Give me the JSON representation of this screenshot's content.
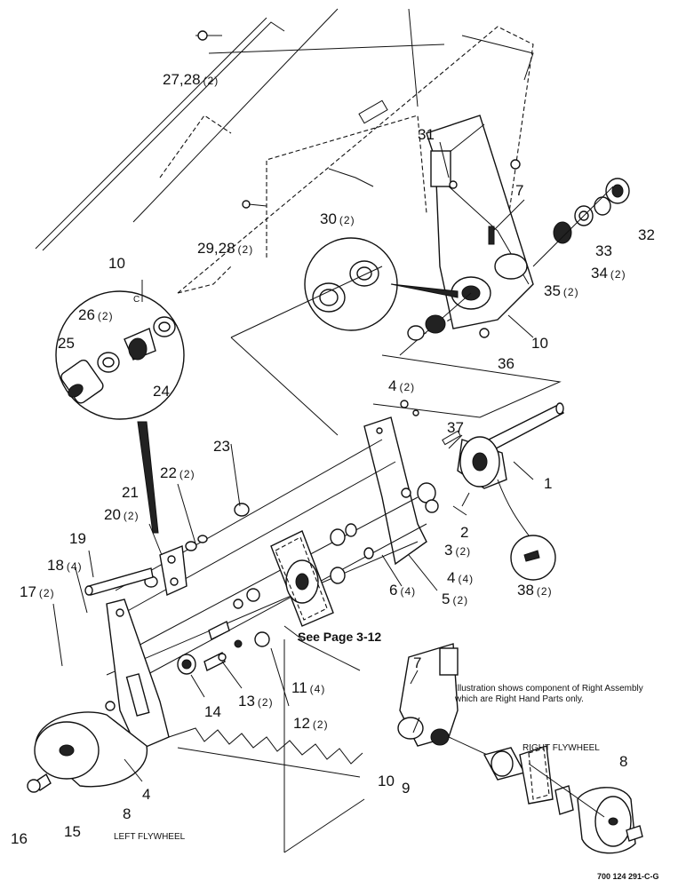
{
  "callouts": [
    {
      "id": "c1",
      "text": "27,28",
      "qty": "(2)"
    },
    {
      "id": "c2",
      "text": "31",
      "qty": ""
    },
    {
      "id": "c3",
      "text": "7",
      "qty": ""
    },
    {
      "id": "c4",
      "text": "30",
      "qty": "(2)"
    },
    {
      "id": "c5",
      "text": "29,28",
      "qty": "(2)"
    },
    {
      "id": "c6",
      "text": "32",
      "qty": ""
    },
    {
      "id": "c7",
      "text": "33",
      "qty": ""
    },
    {
      "id": "c8",
      "text": "34",
      "qty": "(2)"
    },
    {
      "id": "c9",
      "text": "35",
      "qty": "(2)"
    },
    {
      "id": "c10",
      "text": "10",
      "qty": ""
    },
    {
      "id": "c11",
      "text": "26",
      "qty": "(2)"
    },
    {
      "id": "c12",
      "text": "25",
      "qty": ""
    },
    {
      "id": "c13",
      "text": "24",
      "qty": ""
    },
    {
      "id": "c14",
      "text": "10",
      "qty": ""
    },
    {
      "id": "c15",
      "text": "36",
      "qty": ""
    },
    {
      "id": "c16",
      "text": "4",
      "qty": "(2)"
    },
    {
      "id": "c17",
      "text": "37",
      "qty": ""
    },
    {
      "id": "c18",
      "text": "23",
      "qty": ""
    },
    {
      "id": "c19",
      "text": "22",
      "qty": "(2)"
    },
    {
      "id": "c20",
      "text": "1",
      "qty": ""
    },
    {
      "id": "c21",
      "text": "21",
      "qty": ""
    },
    {
      "id": "c22",
      "text": "20",
      "qty": "(2)"
    },
    {
      "id": "c23",
      "text": "2",
      "qty": ""
    },
    {
      "id": "c24",
      "text": "19",
      "qty": ""
    },
    {
      "id": "c25",
      "text": "3",
      "qty": "(2)"
    },
    {
      "id": "c26",
      "text": "18",
      "qty": "(4)"
    },
    {
      "id": "c27",
      "text": "17",
      "qty": "(2)"
    },
    {
      "id": "c28",
      "text": "4",
      "qty": "(4)"
    },
    {
      "id": "c29",
      "text": "38",
      "qty": "(2)"
    },
    {
      "id": "c30",
      "text": "6",
      "qty": "(4)"
    },
    {
      "id": "c31",
      "text": "5",
      "qty": "(2)"
    },
    {
      "id": "c32",
      "text": "11",
      "qty": "(4)"
    },
    {
      "id": "c33",
      "text": "7",
      "qty": ""
    },
    {
      "id": "c34",
      "text": "13",
      "qty": "(2)"
    },
    {
      "id": "c35",
      "text": "14",
      "qty": ""
    },
    {
      "id": "c36",
      "text": "12",
      "qty": "(2)"
    },
    {
      "id": "c37",
      "text": "10",
      "qty": ""
    },
    {
      "id": "c38",
      "text": "9",
      "qty": ""
    },
    {
      "id": "c39",
      "text": "8",
      "qty": ""
    },
    {
      "id": "c40",
      "text": "4",
      "qty": ""
    },
    {
      "id": "c41",
      "text": "8",
      "qty": ""
    },
    {
      "id": "c42",
      "text": "16",
      "qty": ""
    },
    {
      "id": "c43",
      "text": "15",
      "qty": ""
    }
  ],
  "detail_label": "C",
  "see_page": "See Page 3-12",
  "note_line1": "Illustration shows component of Right Assembly",
  "note_line2": "which are Right Hand Parts only.",
  "left_flywheel": "LEFT FLYWHEEL",
  "right_flywheel": "RIGHT FLYWHEEL",
  "drawing_code": "700 124 291-C-G"
}
